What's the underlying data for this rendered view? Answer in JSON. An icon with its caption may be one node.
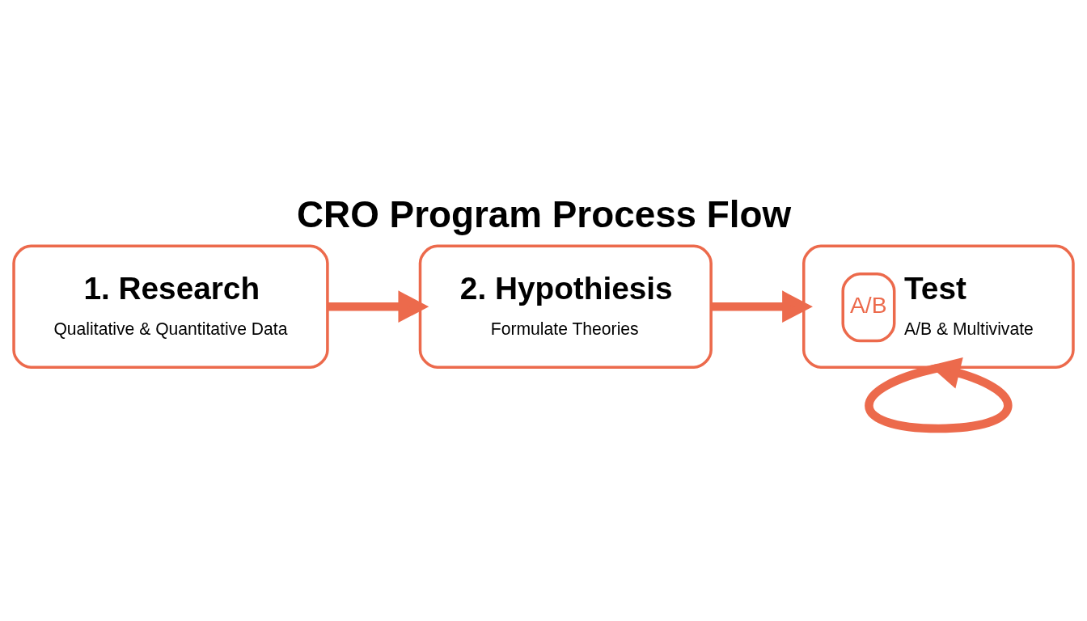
{
  "diagram": {
    "title": "CRO Program Process Flow",
    "nodes": [
      {
        "text": [
          "1. Research",
          "Qualitative & Quantitative Data"
        ]
      },
      {
        "text": [
          "2. Hypothiesis",
          "Formulate Theories"
        ]
      },
      {
        "text": [
          "A/B",
          "Test",
          "A/B & Multivivate"
        ]
      }
    ],
    "edges": [
      {
        "from": 0,
        "to": 1,
        "arrow": "to"
      },
      {
        "from": 1,
        "to": 2,
        "arrow": "to"
      },
      {
        "from": 2,
        "to": 2,
        "arrow": "to"
      }
    ]
  }
}
